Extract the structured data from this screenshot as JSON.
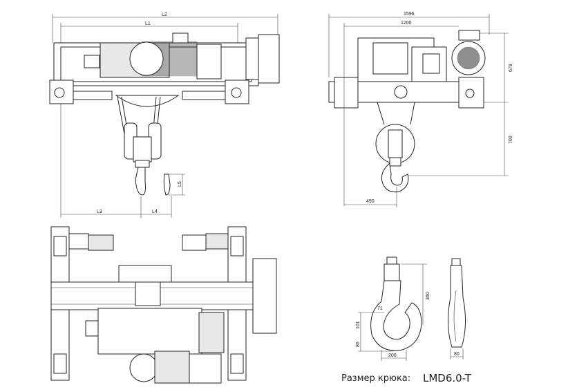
{
  "dimensions": {
    "L2": "L2",
    "L1": "L1",
    "L3": "L3",
    "L4": "L4",
    "L5": "L5",
    "w1596": "1596",
    "w1200": "1200",
    "h679": "679",
    "h700": "700",
    "w490": "490",
    "h360": "360",
    "h101": "101",
    "h86": "86",
    "w200": "200",
    "w80": "80",
    "r71": "71"
  },
  "caption": {
    "label": "Размер крюка:",
    "value": "LMD6.0-T"
  }
}
